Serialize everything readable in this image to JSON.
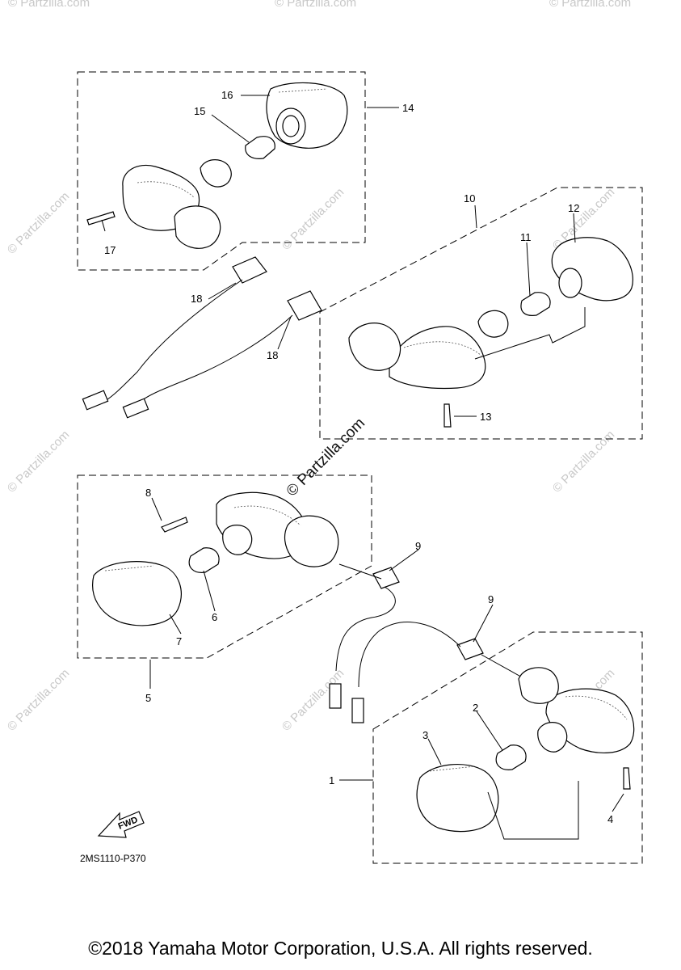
{
  "diagram_code": "2MS1110-P370",
  "fwd_label": "FWD",
  "copyright": "©2018 Yamaha Motor Corporation, U.S.A. All rights reserved.",
  "watermark": "© Partzilla.com",
  "callouts": {
    "c1": "1",
    "c2": "2",
    "c3": "3",
    "c4": "4",
    "c5": "5",
    "c6": "6",
    "c7": "7",
    "c8": "8",
    "c9a": "9",
    "c9b": "9",
    "c10": "10",
    "c11": "11",
    "c12": "12",
    "c13": "13",
    "c14": "14",
    "c15": "15",
    "c16": "16",
    "c17": "17",
    "c18a": "18",
    "c18b": "18"
  }
}
